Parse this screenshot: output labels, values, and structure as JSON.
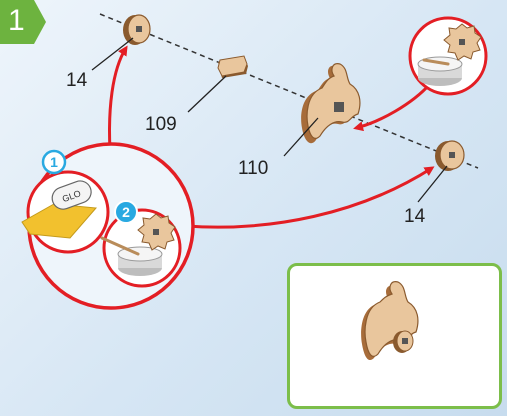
{
  "step": {
    "number": "1"
  },
  "part_labels": {
    "top_disc": "14",
    "spacer": "109",
    "main_part": "110",
    "right_disc": "14"
  },
  "callout": {
    "badge_1": "1",
    "badge_2": "2"
  },
  "colors": {
    "step_green": "#6db33f",
    "arrow_red": "#e31e24",
    "callout_blue": "#29a9e1",
    "wood": "#e9c69d",
    "wood_edge": "#8a5a2e",
    "result_border": "#7cbe4a"
  },
  "icons": [
    "glue-tube-icon",
    "glue-pot-icon",
    "gear-part-icon"
  ]
}
